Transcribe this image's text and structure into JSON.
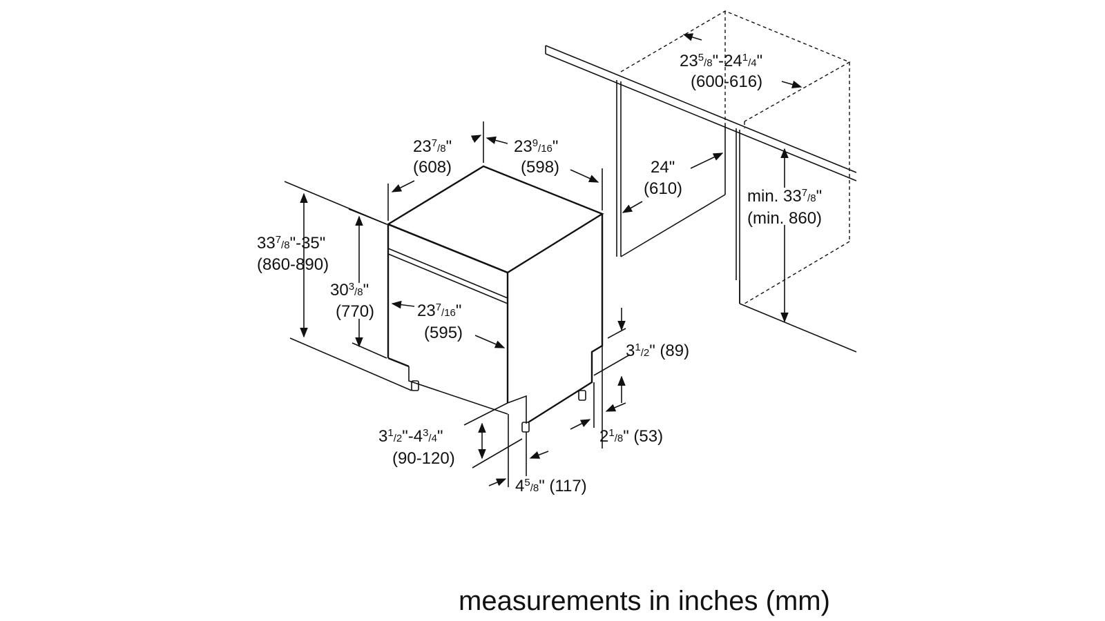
{
  "dimensions": {
    "depth_left": {
      "whole": "23",
      "sup": "7",
      "sub": "/8",
      "suffix": "\"",
      "metric": "(608)"
    },
    "width_top": {
      "whole": "23",
      "sup": "9",
      "sub": "/16",
      "suffix": "\"",
      "metric": "(598)"
    },
    "height_range": {
      "whole": "33",
      "sup": "7",
      "sub": "/8",
      "suffix": "\"-35\"",
      "metric": "(860-890)"
    },
    "body_height": {
      "whole": "30",
      "sup": "3",
      "sub": "/8",
      "suffix": "\"",
      "metric": "(770)"
    },
    "front_width": {
      "whole": "23",
      "sup": "7",
      "sub": "/16",
      "suffix": "\"",
      "metric": "(595)"
    },
    "niche_depth_top": {
      "pre": "23",
      "sup1": "5",
      "sub1": "/8",
      "mid": "\"-24",
      "sup2": "1",
      "sub2": "/4",
      "suffix": "\"",
      "metric": "(600-616)"
    },
    "niche_depth": {
      "text": "24\"",
      "metric": "(610)"
    },
    "niche_height": {
      "pre": "min. 33",
      "sup": "7",
      "sub": "/8",
      "suffix": "\"",
      "metric": "(min. 860)"
    },
    "toe_kick_height": {
      "whole": "3",
      "sup": "1",
      "sub": "/2",
      "suffix": "\" (89)"
    },
    "toe_recess": {
      "whole": "2",
      "sup": "1",
      "sub": "/8",
      "suffix": "\" (53)"
    },
    "feet_adjust": {
      "whole": "3",
      "sup1": "1",
      "sub1": "/2",
      "mid": "\"-4",
      "sup2": "3",
      "sub2": "/4",
      "suffix": "\"",
      "metric": "(90-120)"
    },
    "foot_setback": {
      "whole": "4",
      "sup": "5",
      "sub": "/8",
      "suffix": "\" (117)"
    }
  },
  "caption": "measurements in inches (mm)"
}
